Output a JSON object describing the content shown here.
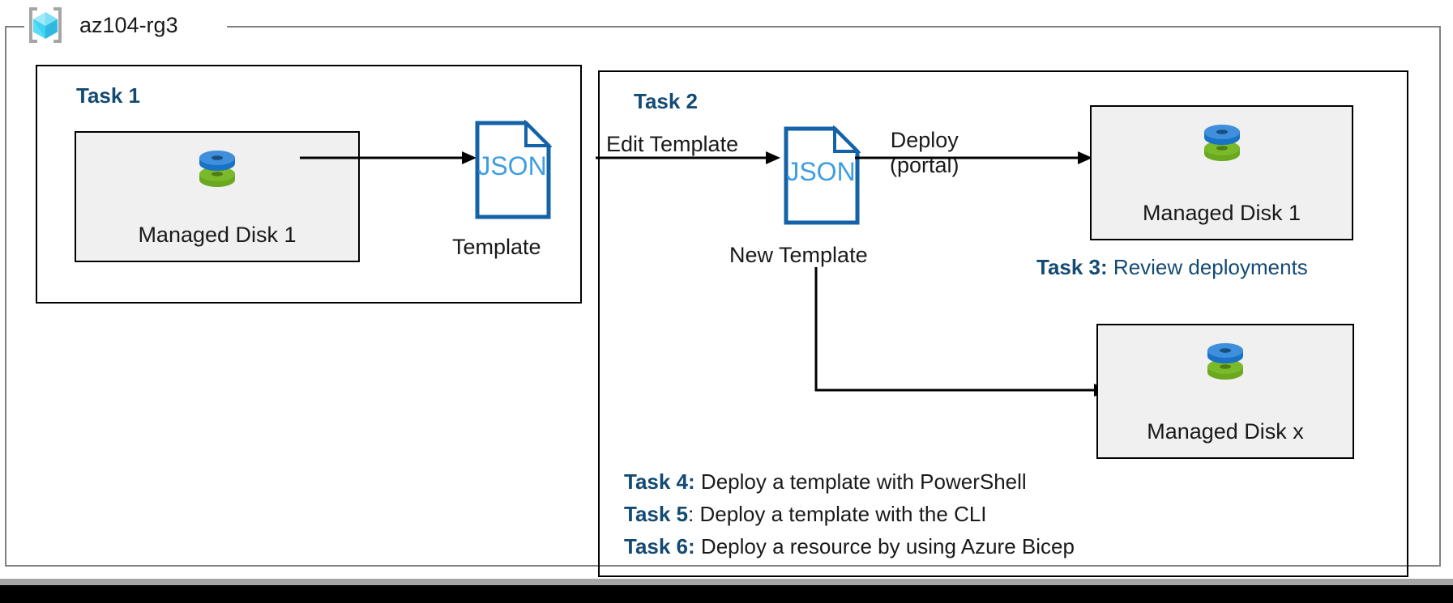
{
  "resource_group": {
    "name": "az104-rg3",
    "icon": "azure-resource-group-icon"
  },
  "task1": {
    "title": "Task 1",
    "disk_card": {
      "label": "Managed Disk 1",
      "icon": "managed-disk-icon"
    },
    "template": {
      "doc_text": "JSON",
      "caption": "Template",
      "icon": "json-document-icon"
    }
  },
  "task2": {
    "title": "Task 2",
    "edge_edit_label": "Edit Template",
    "new_template": {
      "doc_text": "JSON",
      "caption": "New Template",
      "icon": "json-document-icon"
    },
    "edge_deploy_label_line1": "Deploy",
    "edge_deploy_label_line2": "(portal)",
    "disk_card_top": {
      "label": "Managed Disk 1",
      "icon": "managed-disk-icon"
    },
    "disk_card_bottom": {
      "label": "Managed Disk x",
      "icon": "managed-disk-icon"
    }
  },
  "task3": {
    "key": "Task 3:",
    "text": " Review deployments"
  },
  "task4": {
    "key": "Task 4:",
    "text": " Deploy a template with PowerShell"
  },
  "task5": {
    "key": "Task 5",
    "text": ": Deploy a template with the CLI"
  },
  "task6": {
    "key": "Task 6:",
    "text": " Deploy a resource by using Azure Bicep"
  },
  "colors": {
    "task_heading_blue": "#134a74",
    "json_outline_blue": "#1463a8",
    "json_text_blue": "#3f9ee0",
    "disk_blue": "#3f8fdd",
    "disk_green": "#7ab929",
    "card_fill": "#f0f0f0",
    "rg_frame_gray": "#808080",
    "rg_icon_cyan": "#4fd6f5"
  }
}
